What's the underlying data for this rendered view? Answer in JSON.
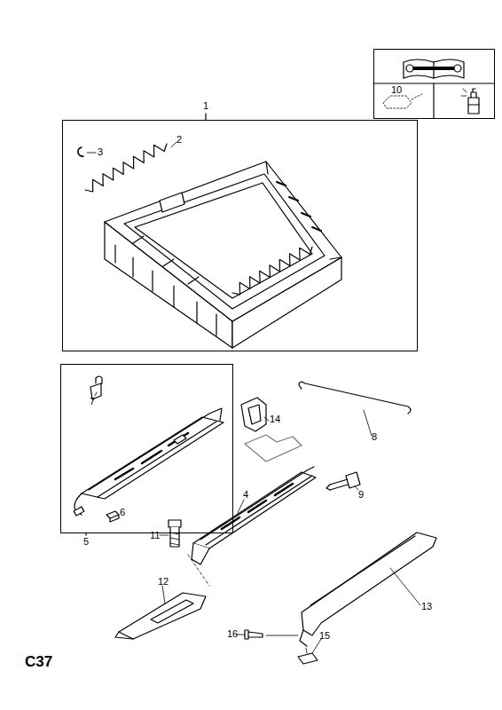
{
  "diagram": {
    "nodes": [
      {
        "text": [
          "10"
        ]
      },
      {
        "text": [
          "1"
        ]
      },
      {
        "text": [
          "5"
        ]
      }
    ],
    "labels": [
      "3",
      "2",
      "7",
      "14",
      "8",
      "6",
      "9",
      "4",
      "11",
      "12",
      "13",
      "16",
      "15",
      "C37"
    ]
  }
}
